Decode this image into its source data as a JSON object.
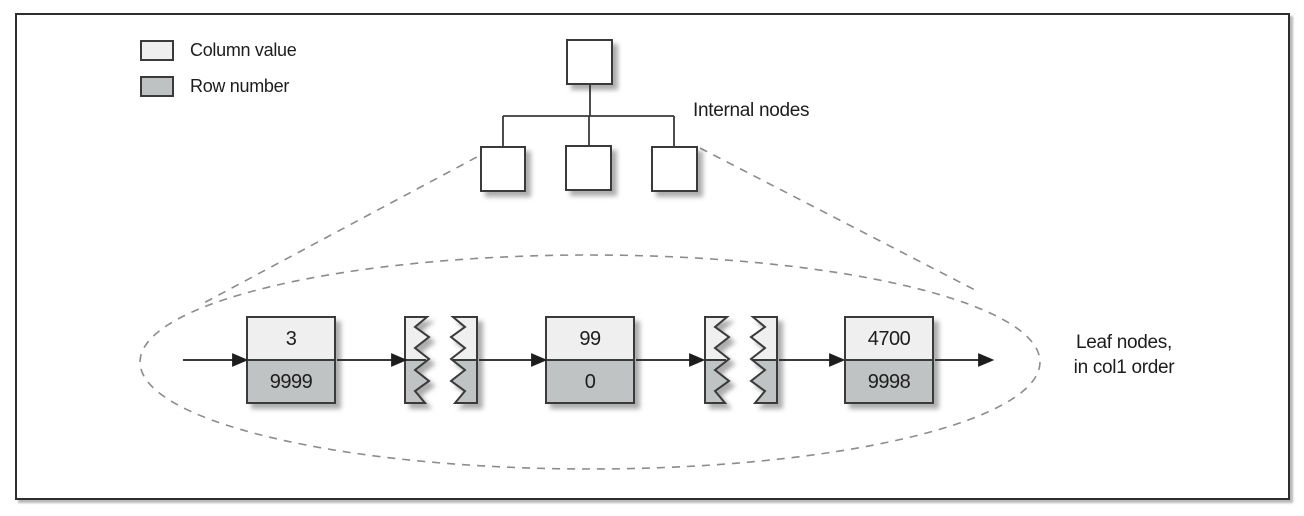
{
  "legend": {
    "items": [
      {
        "label": "Column value",
        "swatch_color": "#efefef"
      },
      {
        "label": "Row number",
        "swatch_color": "#bfc2c2"
      }
    ]
  },
  "tree": {
    "label": "Internal nodes",
    "root_nodes": 1,
    "child_nodes": 3
  },
  "leaf_level": {
    "label_line1": "Leaf nodes,",
    "label_line2": "in col1 order",
    "leaves": [
      {
        "col_value": "3",
        "row_number": "9999"
      },
      {
        "col_value": "99",
        "row_number": "0"
      },
      {
        "col_value": "4700",
        "row_number": "9998"
      }
    ]
  },
  "colors": {
    "column_value_fill": "#efefef",
    "row_number_fill": "#c0c3c3",
    "box_border": "#3a3a3a",
    "dashed_line": "#8c8c8c",
    "background": "#ffffff"
  }
}
